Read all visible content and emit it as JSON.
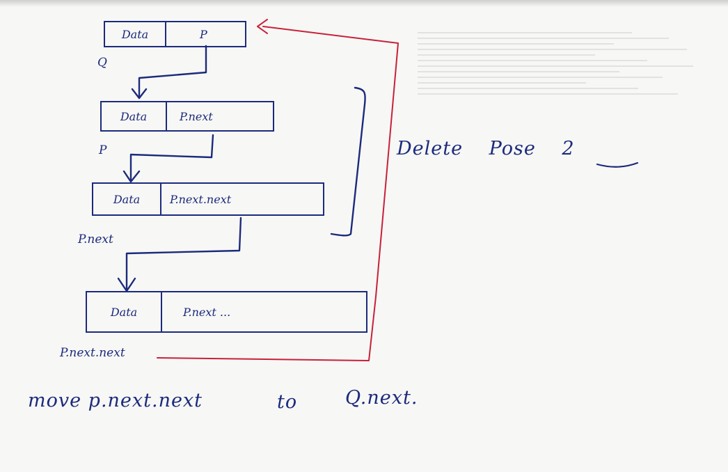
{
  "nodes": [
    {
      "data": "Data",
      "pointer": "P",
      "label": "Q"
    },
    {
      "data": "Data",
      "pointer": "P.next",
      "label": "P"
    },
    {
      "data": "Data",
      "pointer": "P.next.next",
      "label": "P.next"
    },
    {
      "data": "Data",
      "pointer": "P.next ...",
      "label": "P.next.next"
    }
  ],
  "title": "Delete Pose 2",
  "caption_left": "move p.next.next",
  "caption_mid": "to",
  "caption_right": "Q.next.",
  "colors": {
    "ink": "#1c2a7c",
    "red_ink": "#c8203a",
    "paper": "#f7f7f5"
  }
}
